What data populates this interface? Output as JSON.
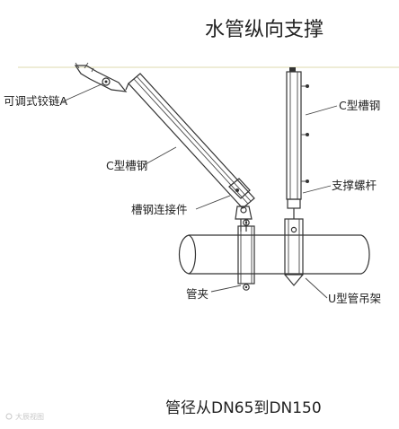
{
  "title": "水管纵向支撑",
  "labels": {
    "hinge": "可调式铰链A",
    "c_channel_left": "C型槽钢",
    "channel_connector": "槽钢连接件",
    "c_channel_right": "C型槽钢",
    "support_screw": "支撑螺杆",
    "pipe_clamp": "管夹",
    "u_hanger": "U型管吊架"
  },
  "caption": "管径从DN65到DN150",
  "watermark": "大辰视图",
  "colors": {
    "line": "#333333",
    "ceiling": "#e8e6c8",
    "pipe_fill": "#ffffff"
  }
}
